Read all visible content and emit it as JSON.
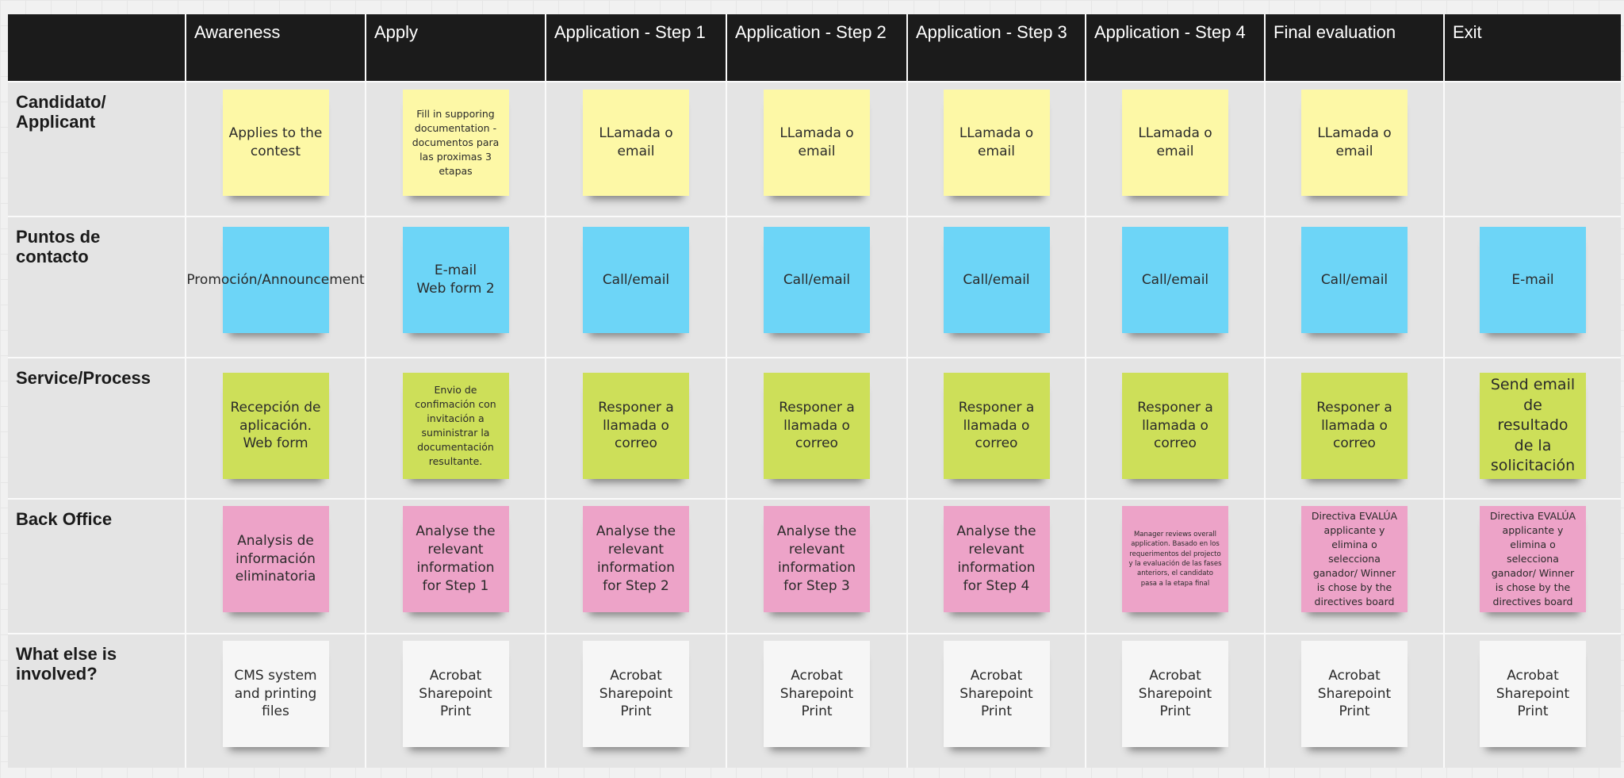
{
  "colors": {
    "yellow": "#fdf8a6",
    "blue": "#6dd5f7",
    "green": "#cddf59",
    "pink": "#eda3c8",
    "white": "#f6f6f6",
    "header": "#1b1b1b"
  },
  "columns": [
    "Awareness",
    "Apply",
    "Application - Step 1",
    "Application - Step 2",
    "Application - Step 3",
    "Application - Step 4",
    "Final evaluation",
    "Exit"
  ],
  "rows": [
    {
      "label": "Candidato/\nApplicant",
      "color": "yellow",
      "notes": [
        {
          "text": "Applies to the contest",
          "size": "normal"
        },
        {
          "text": "Fill in supporing documentation - documentos para las proximas 3 etapas",
          "size": "small"
        },
        {
          "text": "LLamada o email",
          "size": "normal"
        },
        {
          "text": "LLamada o email",
          "size": "normal"
        },
        {
          "text": "LLamada o email",
          "size": "normal"
        },
        {
          "text": "LLamada o email",
          "size": "normal"
        },
        {
          "text": "LLamada o email",
          "size": "normal"
        },
        null
      ]
    },
    {
      "label": "Puntos de\ncontacto",
      "color": "blue",
      "notes": [
        {
          "text": "Promoción/Announcement",
          "size": "normal"
        },
        {
          "text": "E-mail\nWeb form 2",
          "size": "normal"
        },
        {
          "text": "Call/email",
          "size": "normal"
        },
        {
          "text": "Call/email",
          "size": "normal"
        },
        {
          "text": "Call/email",
          "size": "normal"
        },
        {
          "text": "Call/email",
          "size": "normal"
        },
        {
          "text": "Call/email",
          "size": "normal"
        },
        {
          "text": "E-mail",
          "size": "normal"
        }
      ]
    },
    {
      "label": "Service/Process",
      "color": "green",
      "notes": [
        {
          "text": "Recepción de aplicación. Web form",
          "size": "normal"
        },
        {
          "text": "Envio de confimación con invitación a suministrar la documentación resultante.",
          "size": "small"
        },
        {
          "text": "Responer a llamada o correo",
          "size": "normal"
        },
        {
          "text": "Responer a llamada o correo",
          "size": "normal"
        },
        {
          "text": "Responer a llamada o correo",
          "size": "normal"
        },
        {
          "text": "Responer a llamada o correo",
          "size": "normal"
        },
        {
          "text": "Responer a llamada o correo",
          "size": "normal"
        },
        {
          "text": "Send email de resultado de la solicitación",
          "size": "big"
        }
      ]
    },
    {
      "label": "Back Office",
      "color": "pink",
      "notes": [
        {
          "text": "Analysis de información eliminatoria",
          "size": "normal"
        },
        {
          "text": "Analyse the relevant information for Step 1",
          "size": "normal"
        },
        {
          "text": "Analyse the relevant information for Step 2",
          "size": "normal"
        },
        {
          "text": "Analyse the relevant information for Step 3",
          "size": "normal"
        },
        {
          "text": "Analyse the relevant information for Step 4",
          "size": "normal"
        },
        {
          "text": "Manager reviews overall application. Basado en los requerimentos del projecto y la evaluación de las fases anteriors, el candidato pasa a la etapa final",
          "size": "tiny"
        },
        {
          "text": "Directiva EVALÚA applicante y elimina o selecciona ganador/ Winner is chose by the directives board",
          "size": "small"
        },
        {
          "text": "Directiva EVALÚA applicante y elimina o selecciona ganador/ Winner is chose by the directives board",
          "size": "small"
        }
      ]
    },
    {
      "label": "What else is\ninvolved?",
      "color": "white",
      "notes": [
        {
          "text": "CMS system and printing files",
          "size": "normal"
        },
        {
          "text": "Acrobat\nSharepoint\nPrint",
          "size": "normal"
        },
        {
          "text": "Acrobat\nSharepoint\nPrint",
          "size": "normal"
        },
        {
          "text": "Acrobat\nSharepoint\nPrint",
          "size": "normal"
        },
        {
          "text": "Acrobat\nSharepoint\nPrint",
          "size": "normal"
        },
        {
          "text": "Acrobat\nSharepoint\nPrint",
          "size": "normal"
        },
        {
          "text": "Acrobat\nSharepoint\nPrint",
          "size": "normal"
        },
        {
          "text": "Acrobat\nSharepoint\nPrint",
          "size": "normal"
        }
      ]
    }
  ]
}
